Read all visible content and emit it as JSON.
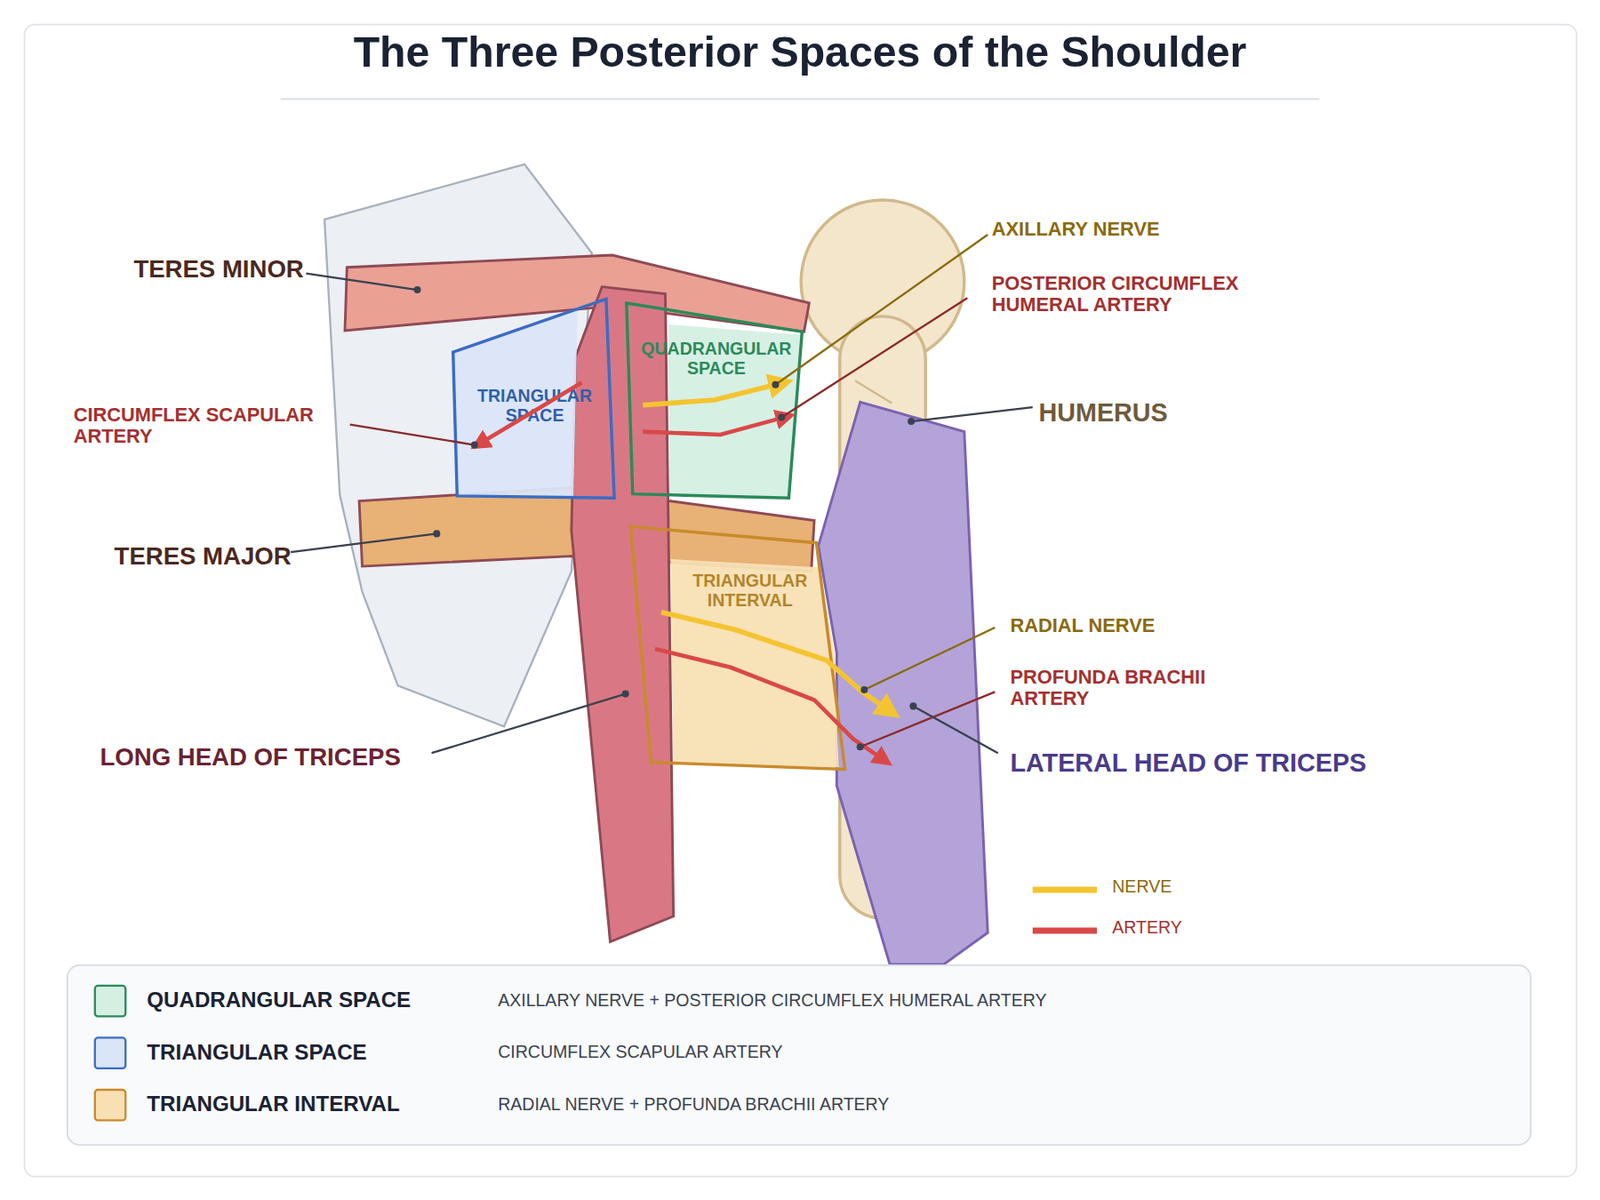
{
  "diagram": {
    "title": "The Three Posterior Spaces of the Shoulder",
    "nodes": [
      {
        "text": [
          "TRIANGULAR SPACE"
        ]
      },
      {
        "text": [
          "QUADRANGULAR SPACE"
        ]
      },
      {
        "text": [
          "TRIANGULAR INTERVAL"
        ]
      }
    ],
    "labels": [
      "TERES MINOR",
      "CIRCUMFLEX SCAPULAR ARTERY",
      "TERES MAJOR",
      "LONG HEAD OF TRICEPS",
      "AXILLARY NERVE",
      "POSTERIOR CIRCUMFLEX HUMERAL ARTERY",
      "HUMERUS",
      "RADIAL NERVE",
      "PROFUNDA BRACHII ARTERY",
      "LATERAL HEAD OF TRICEPS",
      "AXILLARY NERVE + POSTERIOR CIRCUMFLEX HUMERAL ARTERY",
      "CIRCUMFLEX SCAPULAR ARTERY",
      "RADIAL NERVE + PROFUNDA BRACHII ARTERY"
    ],
    "legend": [
      {
        "text": "NERVE"
      },
      {
        "text": "ARTERY"
      },
      {
        "text": "QUADRANGULAR SPACE",
        "color": "#d5efe3"
      },
      {
        "text": "TRIANGULAR SPACE",
        "color": "#dbe5f8"
      },
      {
        "text": "TRIANGULAR INTERVAL",
        "color": "#f8e0b4"
      }
    ]
  }
}
